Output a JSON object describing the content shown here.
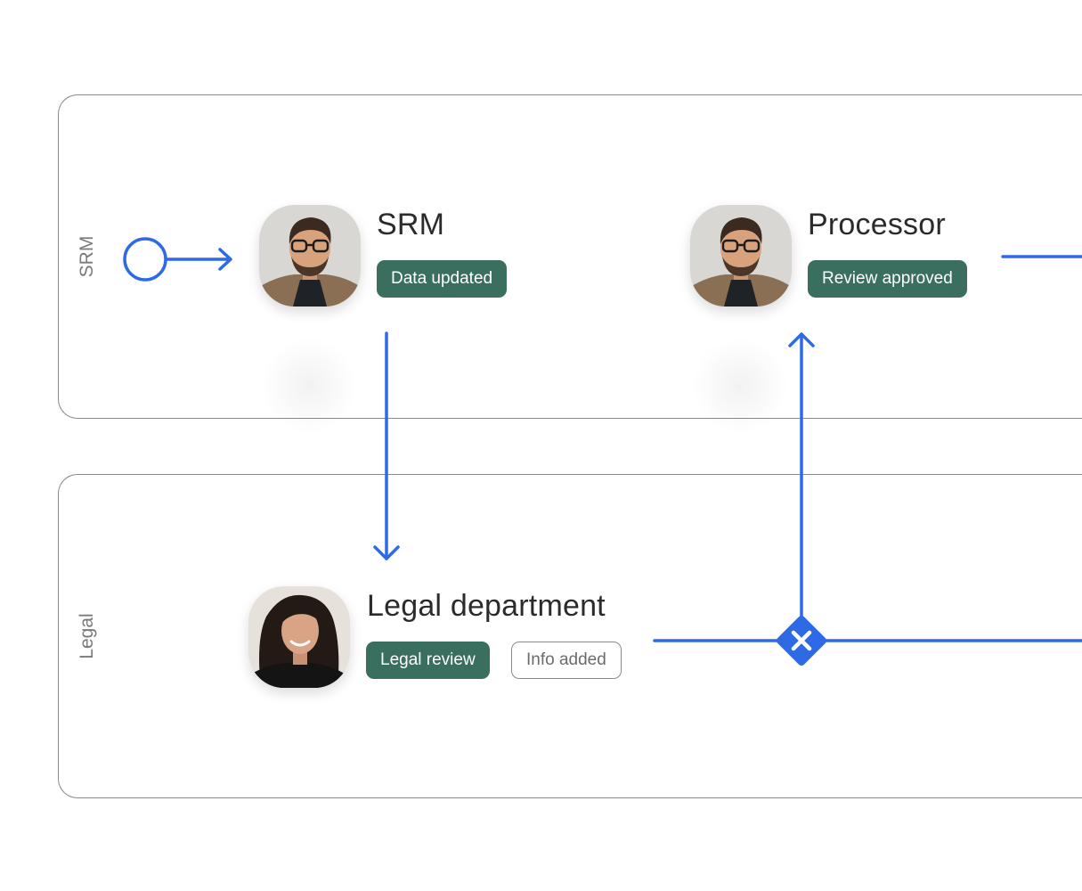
{
  "lanes": [
    {
      "label": "SRM"
    },
    {
      "label": "Legal"
    }
  ],
  "nodes": {
    "srm": {
      "title": "SRM",
      "chips": [
        {
          "label": "Data updated",
          "style": "filled"
        }
      ]
    },
    "processor": {
      "title": "Processor",
      "chips": [
        {
          "label": "Review approved",
          "style": "filled"
        }
      ]
    },
    "legal": {
      "title": "Legal department",
      "chips": [
        {
          "label": "Legal review",
          "style": "filled"
        },
        {
          "label": "Info added",
          "style": "outline"
        }
      ]
    }
  },
  "gateway": {
    "type": "exclusive",
    "icon": "x-icon"
  },
  "colors": {
    "flow": "#2f6ae6",
    "chip_filled": "#3a6e5e",
    "lane_border": "#8a8a8a"
  }
}
